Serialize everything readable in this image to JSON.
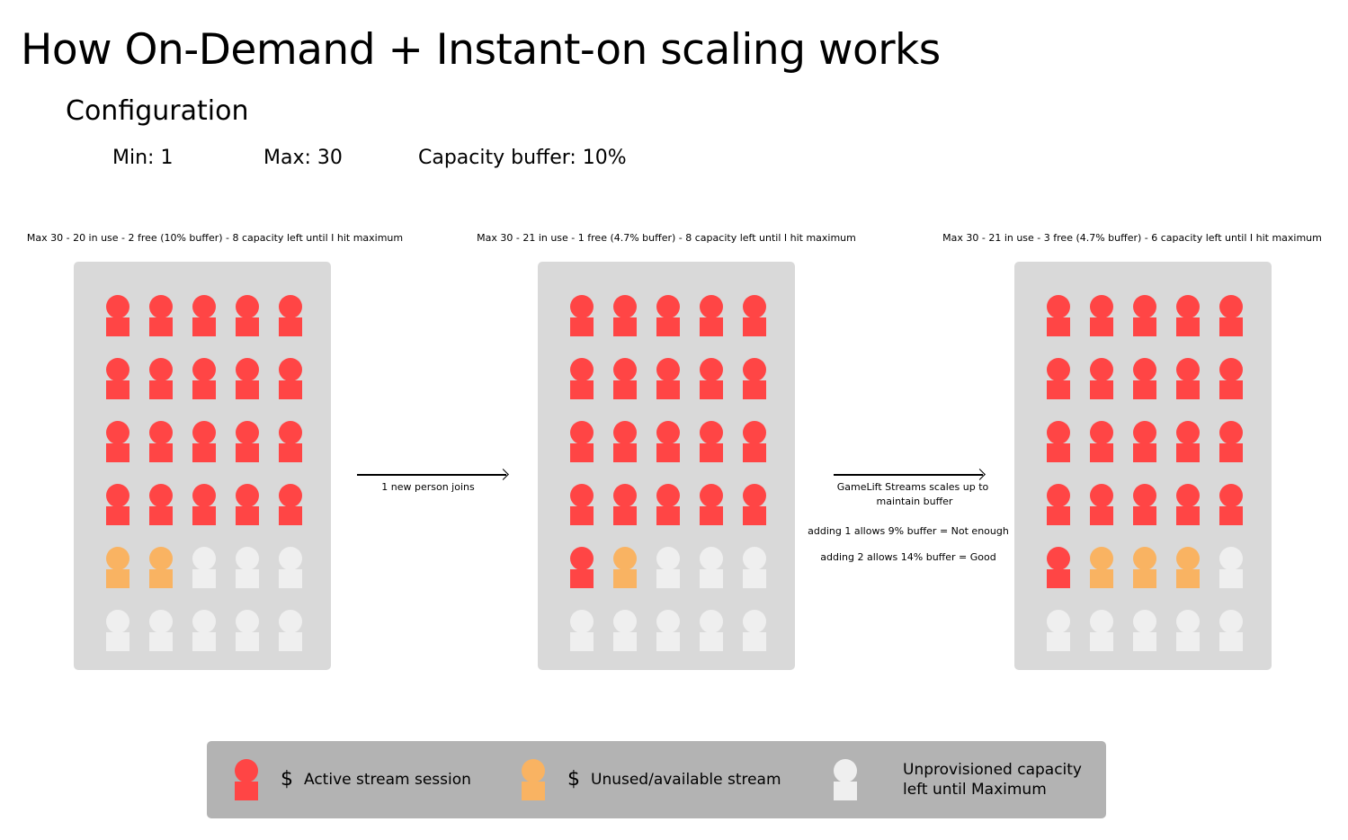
{
  "title": "How On-Demand + Instant-on scaling works",
  "subtitle": "Configuration",
  "config": {
    "min": "Min: 1",
    "max": "Max: 30",
    "buffer": "Capacity buffer: 10%"
  },
  "colors": {
    "active": "#ff4545",
    "unused": "#f9b362",
    "unprovisioned": "#efefef",
    "panel": "#d9d9d9",
    "legend_bg": "#b3b3b3"
  },
  "stages": [
    {
      "caption": "Max 30 - 20 in use - 2 free (10% buffer) - 8 capacity left until I hit maximum",
      "grid": [
        [
          "active",
          "active",
          "active",
          "active",
          "active"
        ],
        [
          "active",
          "active",
          "active",
          "active",
          "active"
        ],
        [
          "active",
          "active",
          "active",
          "active",
          "active"
        ],
        [
          "active",
          "active",
          "active",
          "active",
          "active"
        ],
        [
          "unused",
          "unused",
          "unprovisioned",
          "unprovisioned",
          "unprovisioned"
        ],
        [
          "unprovisioned",
          "unprovisioned",
          "unprovisioned",
          "unprovisioned",
          "unprovisioned"
        ]
      ]
    },
    {
      "caption": "Max 30 - 21 in use - 1 free (4.7% buffer) - 8 capacity left until I hit maximum",
      "grid": [
        [
          "active",
          "active",
          "active",
          "active",
          "active"
        ],
        [
          "active",
          "active",
          "active",
          "active",
          "active"
        ],
        [
          "active",
          "active",
          "active",
          "active",
          "active"
        ],
        [
          "active",
          "active",
          "active",
          "active",
          "active"
        ],
        [
          "active",
          "unused",
          "unprovisioned",
          "unprovisioned",
          "unprovisioned"
        ],
        [
          "unprovisioned",
          "unprovisioned",
          "unprovisioned",
          "unprovisioned",
          "unprovisioned"
        ]
      ]
    },
    {
      "caption": "Max 30 - 21 in use - 3 free (4.7% buffer) - 6 capacity left until I hit maximum",
      "grid": [
        [
          "active",
          "active",
          "active",
          "active",
          "active"
        ],
        [
          "active",
          "active",
          "active",
          "active",
          "active"
        ],
        [
          "active",
          "active",
          "active",
          "active",
          "active"
        ],
        [
          "active",
          "active",
          "active",
          "active",
          "active"
        ],
        [
          "active",
          "unused",
          "unused",
          "unused",
          "unprovisioned"
        ],
        [
          "unprovisioned",
          "unprovisioned",
          "unprovisioned",
          "unprovisioned",
          "unprovisioned"
        ]
      ]
    }
  ],
  "transitions": [
    {
      "label": "1 new person joins"
    },
    {
      "label_line1": "GameLift Streams scales up to",
      "label_line2": "maintain buffer",
      "note1": "adding 1 allows 9% buffer = Not enough",
      "note2": "adding 2 allows 14% buffer = Good"
    }
  ],
  "legend": {
    "active_symbol": "$",
    "active_label": "Active stream session",
    "unused_symbol": "$",
    "unused_label": "Unused/available stream",
    "unprovisioned_label_line1": "Unprovisioned capacity",
    "unprovisioned_label_line2": "left until Maximum"
  }
}
